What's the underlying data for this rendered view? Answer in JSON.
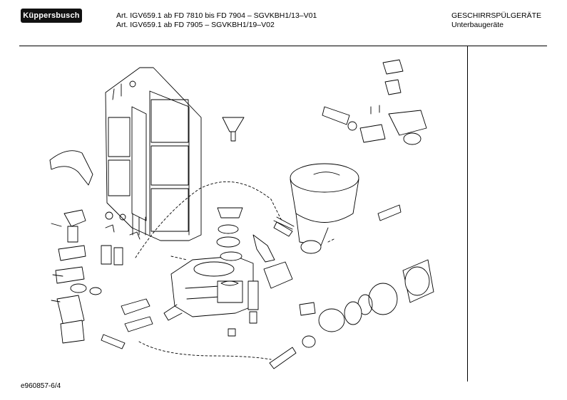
{
  "header": {
    "brand": "Küppersbusch",
    "article_line1": "Art. IGV659.1 ab FD 7810 bis FD 7904 – SGVKBH1/13–V01",
    "article_line2": "Art. IGV659.1 ab FD 7905 – SGVKBH1/19–V02",
    "category": "GESCHIRRSPÜLGERÄTE",
    "subcategory": "Unterbaugeräte"
  },
  "footer": {
    "drawing_id": "e960857-6/4"
  }
}
